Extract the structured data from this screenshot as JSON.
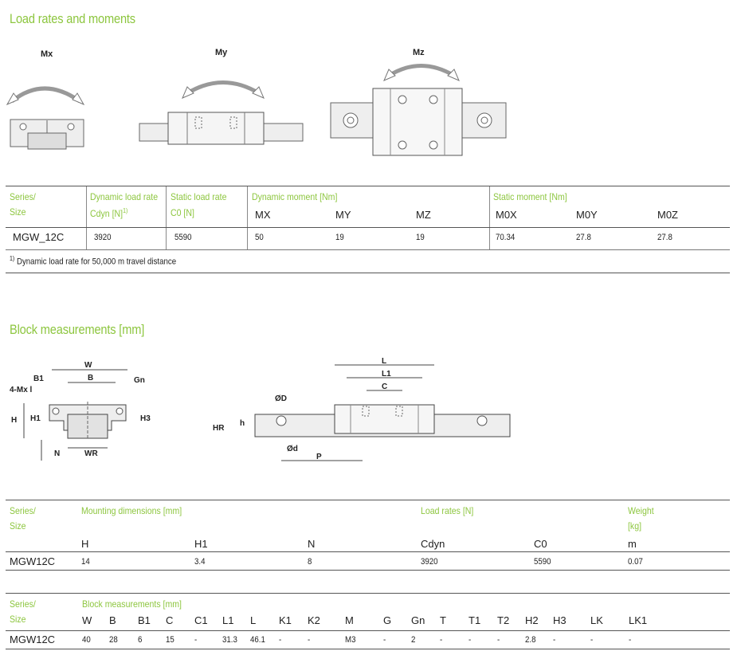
{
  "sections": {
    "load": {
      "title": "Load rates and moments",
      "figure_labels": {
        "mx": "Mx",
        "my": "My",
        "mz": "Mz"
      },
      "table": {
        "series_label": "Series/",
        "size_label": "Size",
        "dyn_load_label": "Dynamic load rate",
        "dyn_load_sym": "Cdyn [N]",
        "dyn_load_sup": "1)",
        "static_load_label": "Static load rate",
        "static_load_sym": "C0 [N]",
        "dyn_moment_label": "Dynamic moment [Nm]",
        "static_moment_label": "Static moment [Nm]",
        "moment_syms": [
          "MX",
          "MY",
          "MZ",
          "M0X",
          "M0Y",
          "M0Z"
        ],
        "row": {
          "series": "MGW_12C",
          "cdyn": "3920",
          "c0": "5590",
          "mx": "50",
          "my": "19",
          "mz": "19",
          "m0x": "70.34",
          "m0y": "27.8",
          "m0z": "27.8"
        },
        "footnote_mark": "1)",
        "footnote": "Dynamic load rate for 50,000 m travel distance"
      }
    },
    "block": {
      "title": "Block measurements [mm]",
      "drawing_labels": {
        "W": "W",
        "B": "B",
        "B1": "B1",
        "Gn": "Gn",
        "Mxl": "4-Mx l",
        "H": "H",
        "H1": "H1",
        "H3": "H3",
        "N": "N",
        "WR": "WR",
        "L": "L",
        "L1": "L1",
        "C": "C",
        "D": "ØD",
        "d": "Ød",
        "HR": "HR",
        "h": "h",
        "P": "P"
      },
      "table1": {
        "series_label": "Series/",
        "size_label": "Size",
        "mounting_label": "Mounting dimensions [mm]",
        "loadrates_label": "Load rates [N]",
        "weight_label": "Weight",
        "weight_unit": "[kg]",
        "cols": {
          "h": "H",
          "h1": "H1",
          "n": "N",
          "cdyn": "Cdyn",
          "c0": "C0",
          "m": "m"
        },
        "row": {
          "series": "MGW12C",
          "h": "14",
          "h1": "3.4",
          "n": "8",
          "cdyn": "3920",
          "c0": "5590",
          "m": "0.07"
        }
      },
      "table2": {
        "series_label": "Series/",
        "size_label": "Size",
        "block_label": "Block measurements [mm]",
        "cols": [
          "W",
          "B",
          "B1",
          "C",
          "C1",
          "L1",
          "L",
          "K1",
          "K2",
          "M",
          "G",
          "Gn",
          "T",
          "T1",
          "T2",
          "H2",
          "H3",
          "LK",
          "LK1"
        ],
        "series": "MGW12C",
        "values": [
          "40",
          "28",
          "6",
          "15",
          "-",
          "31.3",
          "46.1",
          "-",
          "-",
          "M3",
          "-",
          "2",
          "-",
          "-",
          "-",
          "2.8",
          "-",
          "-",
          "-"
        ]
      }
    }
  }
}
